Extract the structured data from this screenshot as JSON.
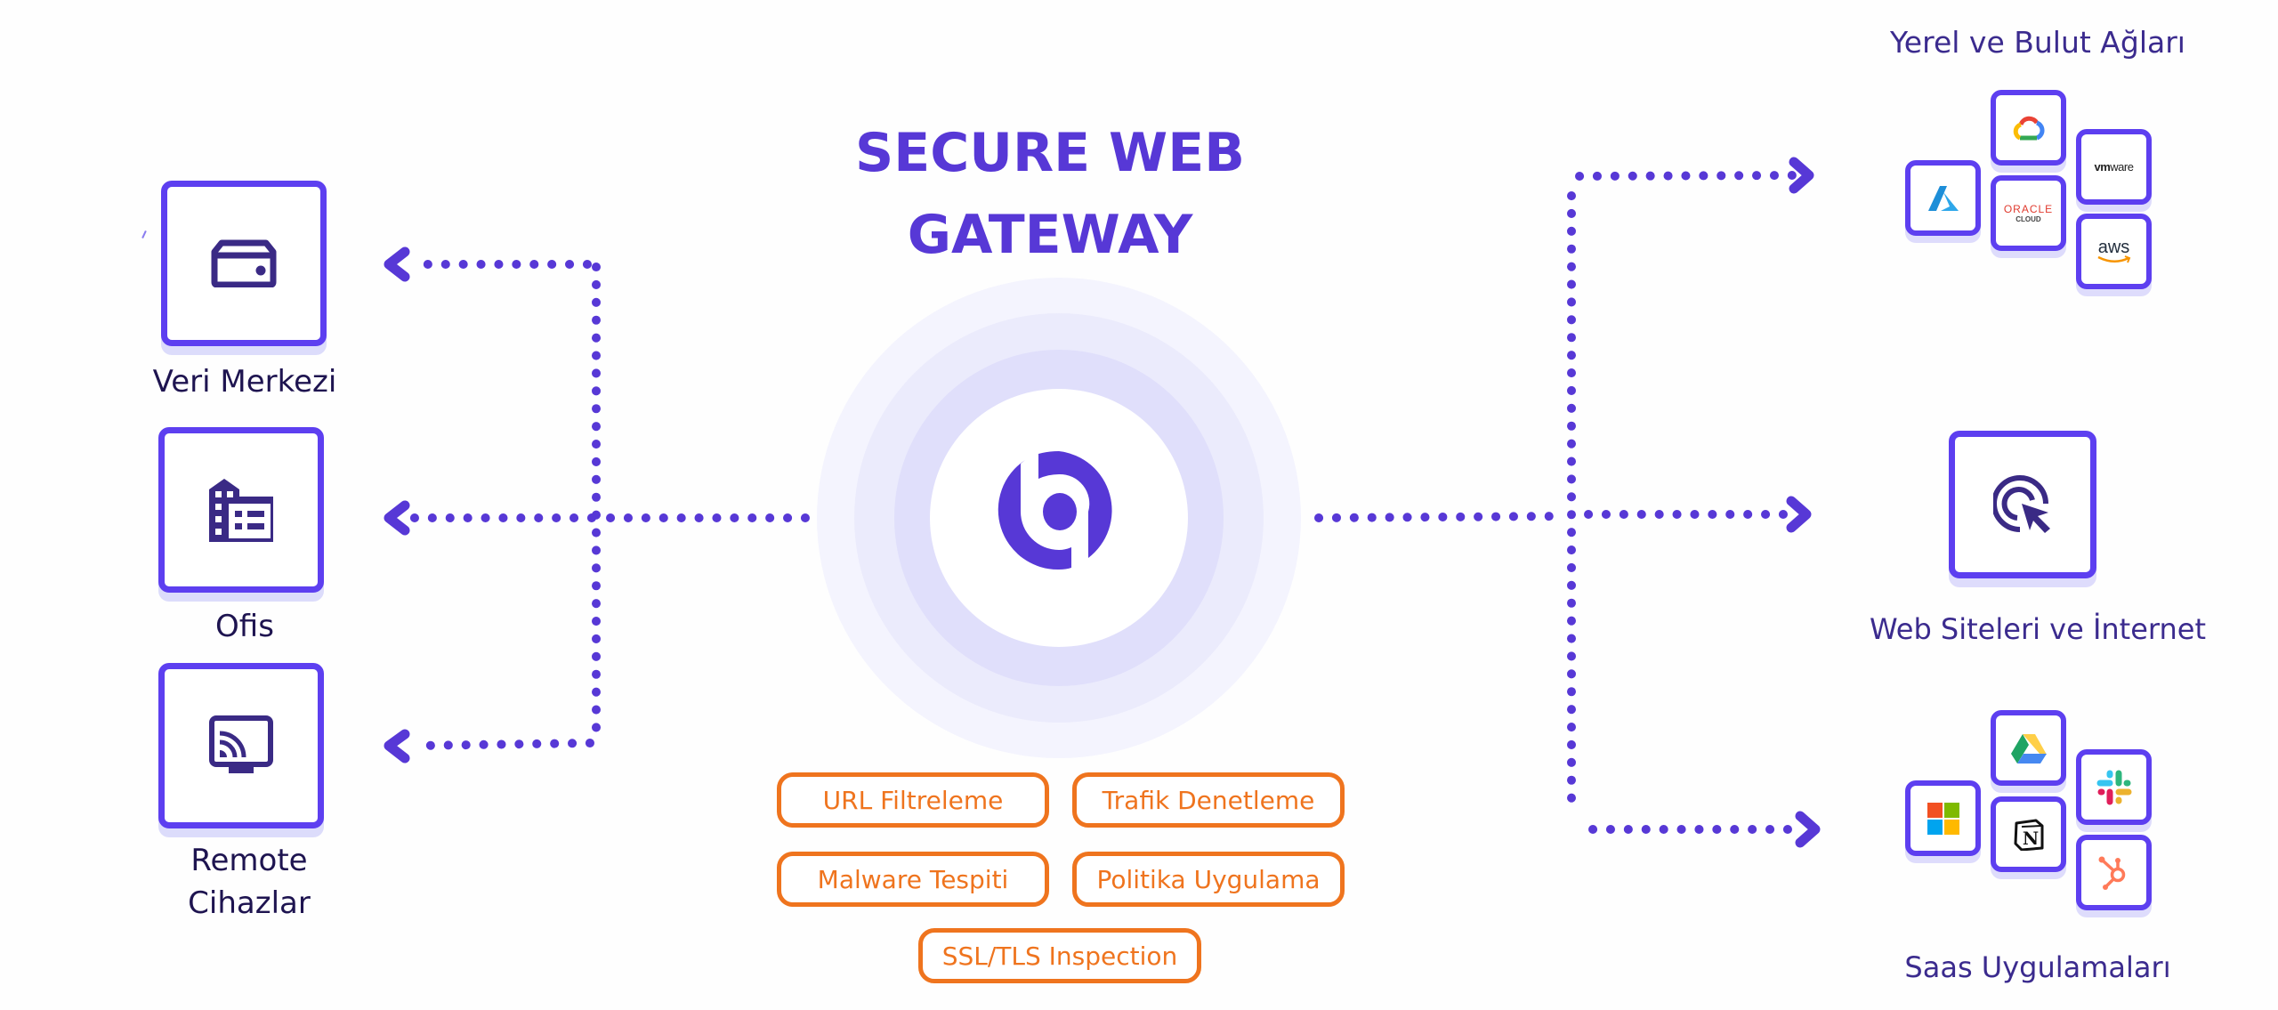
{
  "title": {
    "line1": "SECURE WEB",
    "line2": "GATEWAY"
  },
  "colors": {
    "brand_purple": "#5738d6",
    "box_border": "#5d3ff0",
    "accent_orange": "#ef741e",
    "label_dark": "#1e1450",
    "label_purple": "#3b2b8e"
  },
  "center": {
    "logo_icon": "brand-logo"
  },
  "sources": [
    {
      "label": "Veri Merkezi",
      "icon": "server-drive-icon"
    },
    {
      "label": "Ofis",
      "icon": "office-building-icon"
    },
    {
      "label": "Remote\nCihazlar",
      "icon": "cast-screen-icon"
    }
  ],
  "features": [
    "URL Filtreleme",
    "Trafik Denetleme",
    "Malware Tespiti",
    "Politika Uygulama",
    "SSL/TLS Inspection"
  ],
  "destinations": {
    "cloud": {
      "label": "Yerel ve Bulut Ağları",
      "tiles": [
        {
          "name": "Azure",
          "icon": "azure-icon"
        },
        {
          "name": "Google Cloud",
          "icon": "google-cloud-icon"
        },
        {
          "name": "Oracle Cloud",
          "icon": "oracle-cloud-icon",
          "text": "ORACLE",
          "subtext": "CLOUD"
        },
        {
          "name": "VMware",
          "icon": "vmware-icon",
          "text_bold": "vm",
          "text": "ware"
        },
        {
          "name": "AWS",
          "icon": "aws-icon",
          "text": "aws"
        }
      ]
    },
    "web": {
      "label": "Web Siteleri ve İnternet",
      "icon": "click-target-icon"
    },
    "saas": {
      "label": "Saas Uygulamaları",
      "tiles": [
        {
          "name": "Microsoft",
          "icon": "microsoft-icon"
        },
        {
          "name": "Google Drive",
          "icon": "google-drive-icon"
        },
        {
          "name": "Notion",
          "icon": "notion-icon",
          "text": "N"
        },
        {
          "name": "Slack",
          "icon": "slack-icon"
        },
        {
          "name": "HubSpot",
          "icon": "hubspot-icon"
        }
      ]
    }
  }
}
